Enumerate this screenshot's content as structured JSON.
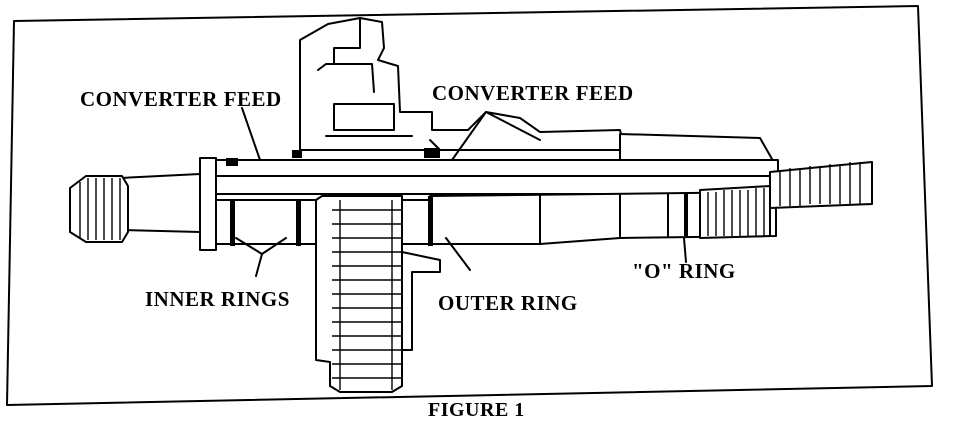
{
  "labels": {
    "converter_feed_left": "CONVERTER FEED",
    "converter_feed_right": "CONVERTER FEED",
    "inner_rings": "INNER RINGS",
    "outer_ring": "OUTER RING",
    "o_ring": "\"O\" RING"
  },
  "caption": "FIGURE 1"
}
